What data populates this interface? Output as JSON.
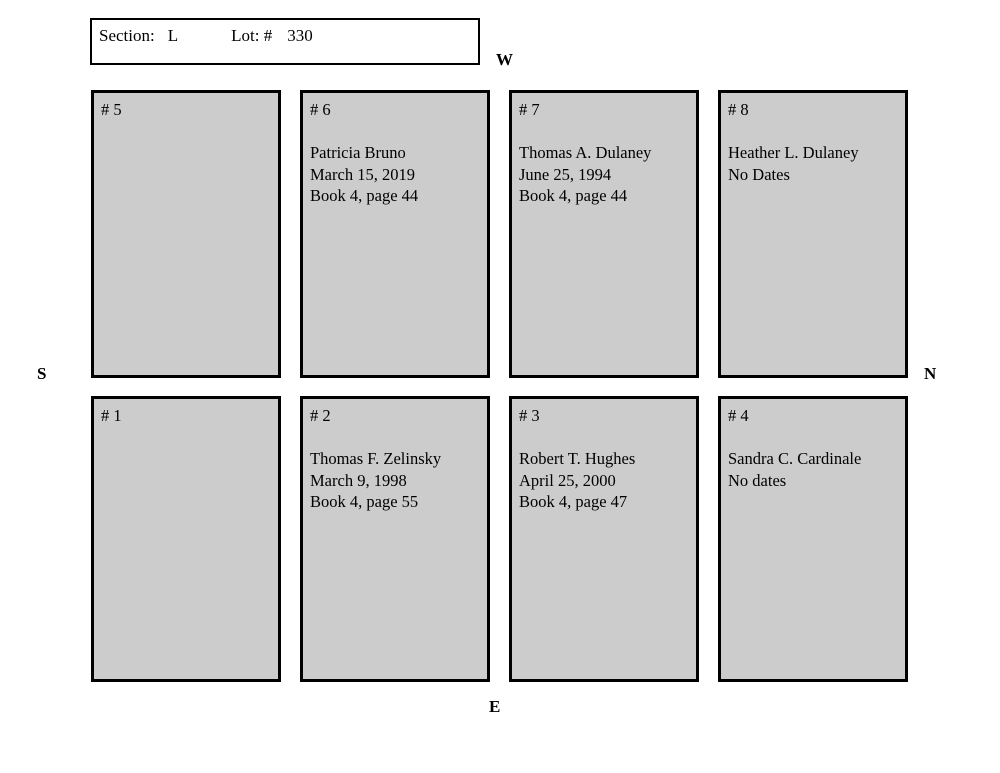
{
  "header": {
    "section_label": "Section:",
    "section_value": "L",
    "lot_label": "Lot: #",
    "lot_value": "330"
  },
  "compass": {
    "west": "W",
    "south": "S",
    "north": "N",
    "east": "E"
  },
  "colors": {
    "plot_fill": "#cccccc",
    "border": "#000000",
    "background": "#ffffff"
  },
  "plots": [
    {
      "number": "# 5",
      "lines": []
    },
    {
      "number": "# 6",
      "lines": [
        "Patricia Bruno",
        "March 15, 2019",
        "Book 4, page 44"
      ]
    },
    {
      "number": "# 7",
      "lines": [
        "Thomas A. Dulaney",
        "June 25, 1994",
        "Book 4, page 44"
      ]
    },
    {
      "number": "# 8",
      "lines": [
        "Heather L. Dulaney",
        "No Dates"
      ]
    },
    {
      "number": "# 1",
      "lines": []
    },
    {
      "number": "# 2",
      "lines": [
        "Thomas F. Zelinsky",
        "March 9, 1998",
        "Book 4, page 55"
      ]
    },
    {
      "number": "# 3",
      "lines": [
        "Robert T. Hughes",
        "April 25, 2000",
        "Book 4, page 47"
      ]
    },
    {
      "number": "# 4",
      "lines": [
        "Sandra C. Cardinale",
        "No dates"
      ]
    }
  ]
}
